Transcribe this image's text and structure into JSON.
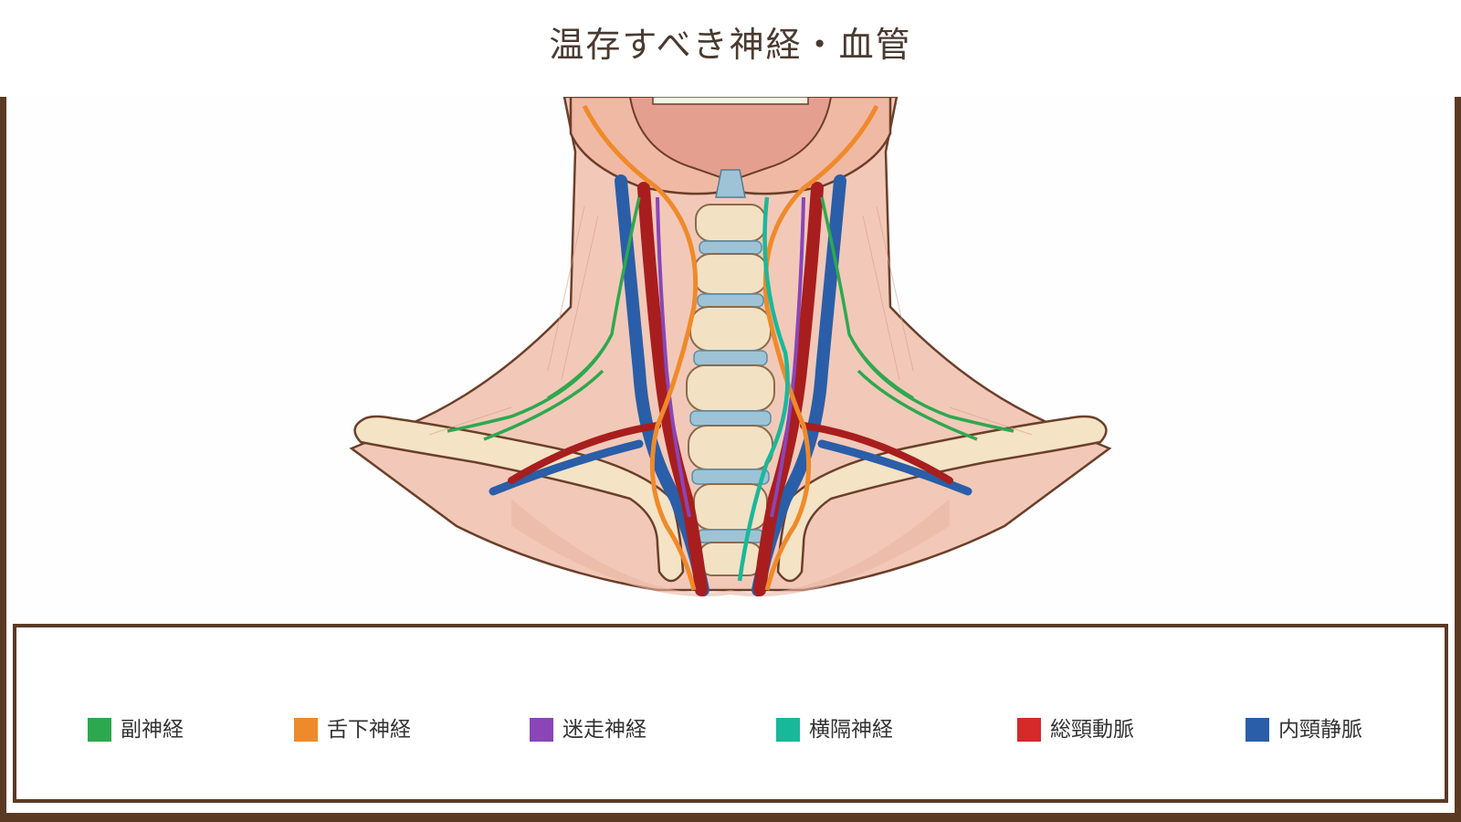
{
  "title": "温存すべき神経・血管",
  "legend": [
    {
      "label": "副神経",
      "color": "#2ea84f"
    },
    {
      "label": "舌下神経",
      "color": "#ef8a2a"
    },
    {
      "label": "迷走神経",
      "color": "#8a45b8"
    },
    {
      "label": "横隔神経",
      "color": "#1ab89a"
    },
    {
      "label": "総頸動脈",
      "color": "#d42a2a"
    },
    {
      "label": "内頸静脈",
      "color": "#2a5ea8"
    }
  ],
  "colors": {
    "frame": "#5b3a24",
    "artery_dark": "#9a1c1c",
    "vein_dark": "#1e4c9a",
    "muscle": "#efc0ae",
    "bone": "#f3e1c4",
    "disc": "#9ec3d6"
  }
}
